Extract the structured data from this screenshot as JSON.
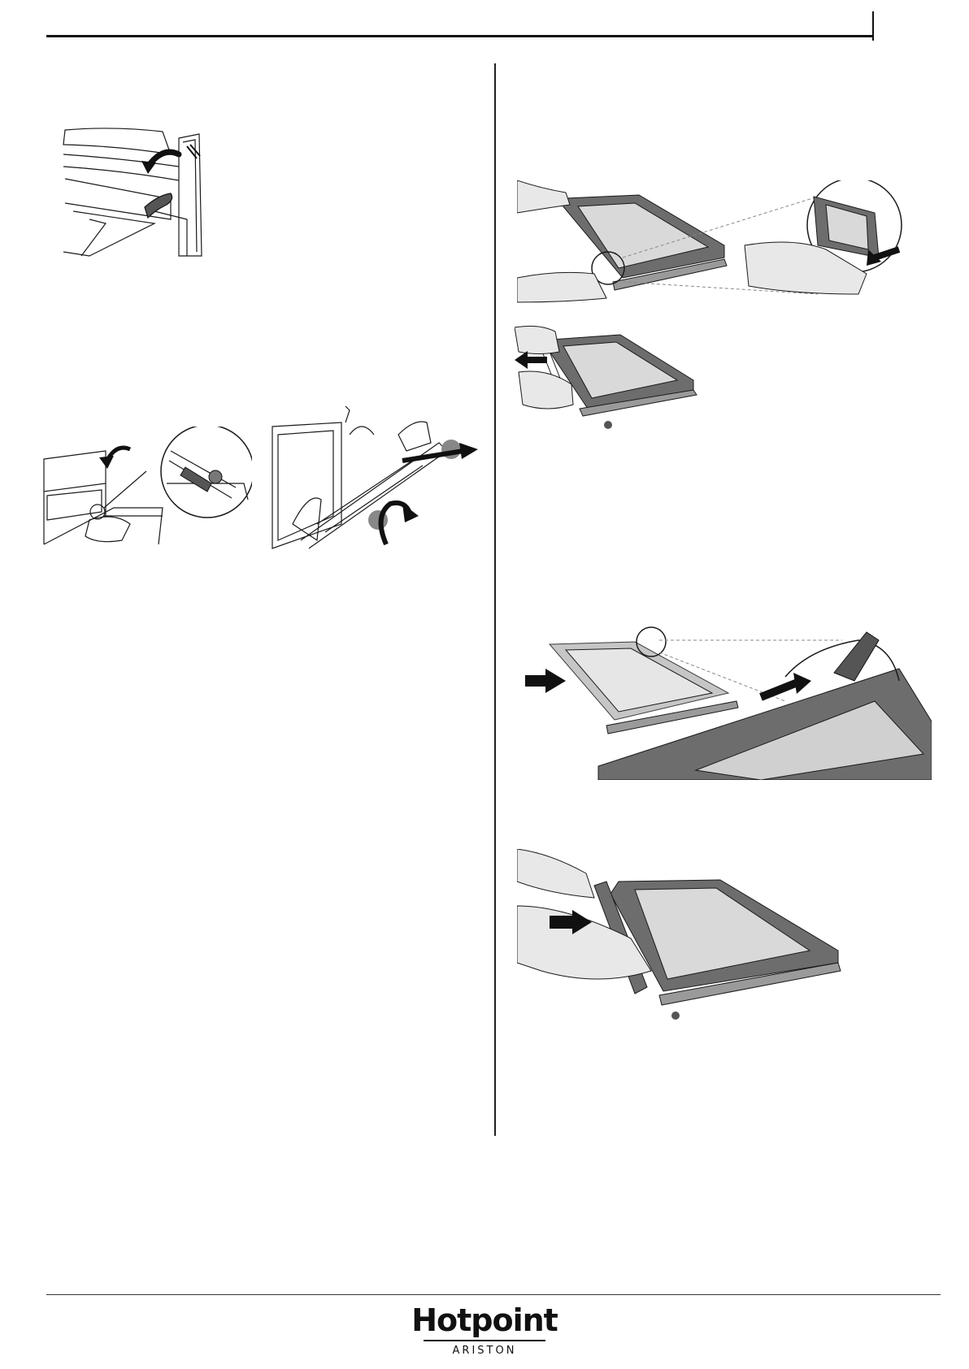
{
  "brand": {
    "name": "Hotpoint",
    "subname": "ARISTON"
  },
  "figures": [
    {
      "id": "door-hinge-lever",
      "icon": "hinge-lever-illustration"
    },
    {
      "id": "door-lift-hinges",
      "icon": "hinge-lift-illustration"
    },
    {
      "id": "door-remove",
      "icon": "door-removal-illustration"
    },
    {
      "id": "glass-release",
      "icon": "glass-release-illustration"
    },
    {
      "id": "glass-pull-out",
      "icon": "glass-pull-illustration"
    },
    {
      "id": "glass-insert",
      "icon": "glass-insert-illustration"
    },
    {
      "id": "profile-refit",
      "icon": "profile-refit-illustration"
    }
  ],
  "colors": {
    "line": "#1a1a1a",
    "frame_dark": "#6d6d6d",
    "glass_light": "#d9d9d9",
    "arrow": "#111111"
  }
}
